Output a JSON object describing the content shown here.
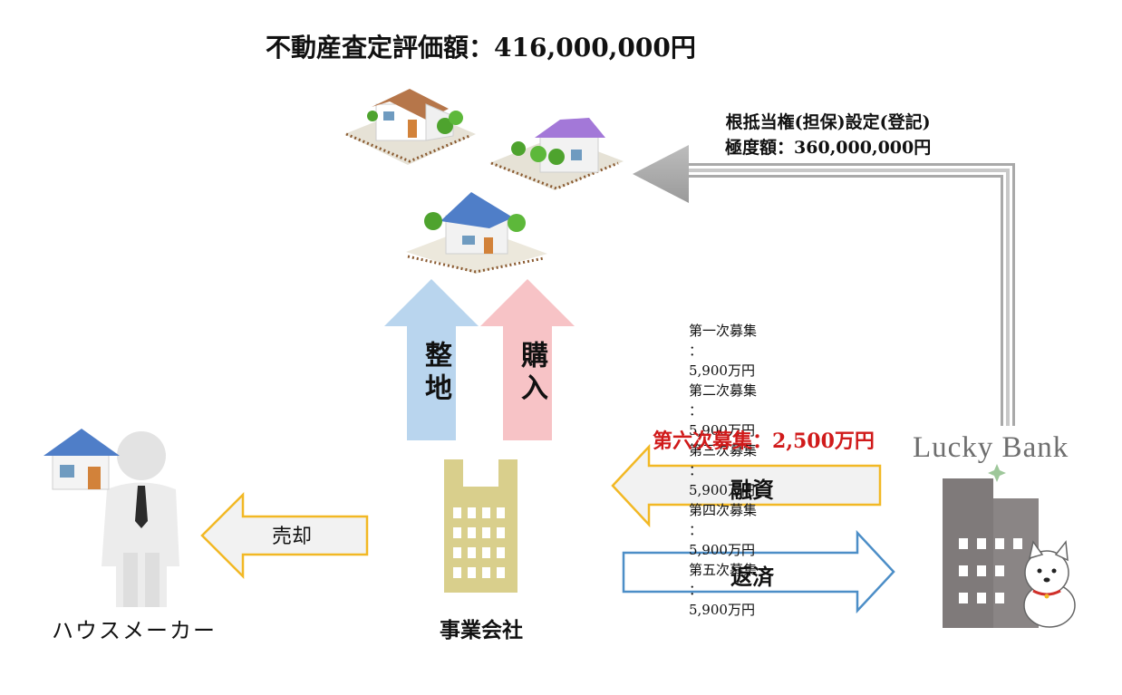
{
  "appraisal": {
    "label": "不動産査定評価額",
    "value": "416,000,000円"
  },
  "mortgage": {
    "line1": "根抵当権(担保)設定(登記)",
    "line2_label": "極度額",
    "line2_value": "360,000,000円"
  },
  "arrows": {
    "preparation": "整地",
    "purchase": "購入",
    "sale": "売却",
    "financing": "融資",
    "repayment": "返済"
  },
  "funding_rounds": [
    {
      "label": "第一次募集",
      "amount": "5,900万円"
    },
    {
      "label": "第二次募集",
      "amount": "5,900万円"
    },
    {
      "label": "第三次募集",
      "amount": "5,900万円"
    },
    {
      "label": "第四次募集",
      "amount": "5,900万円"
    },
    {
      "label": "第五次募集",
      "amount": "5,900万円"
    }
  ],
  "current_round": {
    "label": "第六次募集",
    "amount": "2,500万円"
  },
  "parties": {
    "house_maker": "ハウスメーカー",
    "business_company": "事業会社",
    "bank": "Lucky Bank"
  },
  "colors": {
    "accent_red": "#d01a1a",
    "arrow_blue": "#b9d5ee",
    "arrow_pink": "#f7c3c6",
    "arrow_orange_border": "#f2b824",
    "arrow_blue_border": "#4c8ec7",
    "building_tan": "#d9cf8c",
    "bank_gray": "#7f7a7a"
  },
  "icons": [
    "house-brown-icon",
    "house-purple-icon",
    "house-blue-icon",
    "businessman-icon",
    "company-building-icon",
    "bank-building-icon",
    "dog-mascot-icon"
  ]
}
